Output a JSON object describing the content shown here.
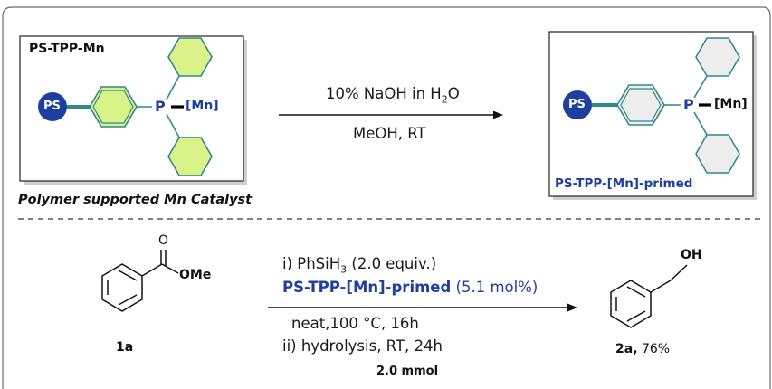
{
  "top": {
    "box1_title": "PS-TPP-Mn",
    "caption": "Polymer supported Mn Catalyst",
    "ps_label": "PS",
    "p_label": "P",
    "mn_label": "[Mn]",
    "arrow_top_text": "10% NaOH in H2O",
    "arrow_top_text_parts": {
      "pre": "10% NaOH in H",
      "sub": "2",
      "post": "O"
    },
    "arrow_bottom_text": "MeOH, RT",
    "box2_label": "PS-TPP-[Mn]-primed"
  },
  "bottom": {
    "reactant_o": "O",
    "reactant_ome": "OMe",
    "reactant_label": "1a",
    "step1": {
      "pre": "i) PhSiH",
      "sub": "3",
      "post": " (2.0 equiv.)"
    },
    "catalyst": {
      "name": "PS-TPP-[Mn]-primed",
      "amount": " (5.1 mol%)"
    },
    "conditions": "neat,100 °C, 16h",
    "step2": "ii) hydrolysis, RT, 24h",
    "scale": "2.0 mmol",
    "product_oh": "OH",
    "product_label": "2a,",
    "product_yield": " 76%"
  },
  "colors": {
    "ps_blue": "#1f3f9e",
    "ring_green_fill": "#d9f28a",
    "ring_grey_fill": "#ededed",
    "ring_stroke": "#2e8a8a",
    "label_blue": "#1f3f9e"
  }
}
